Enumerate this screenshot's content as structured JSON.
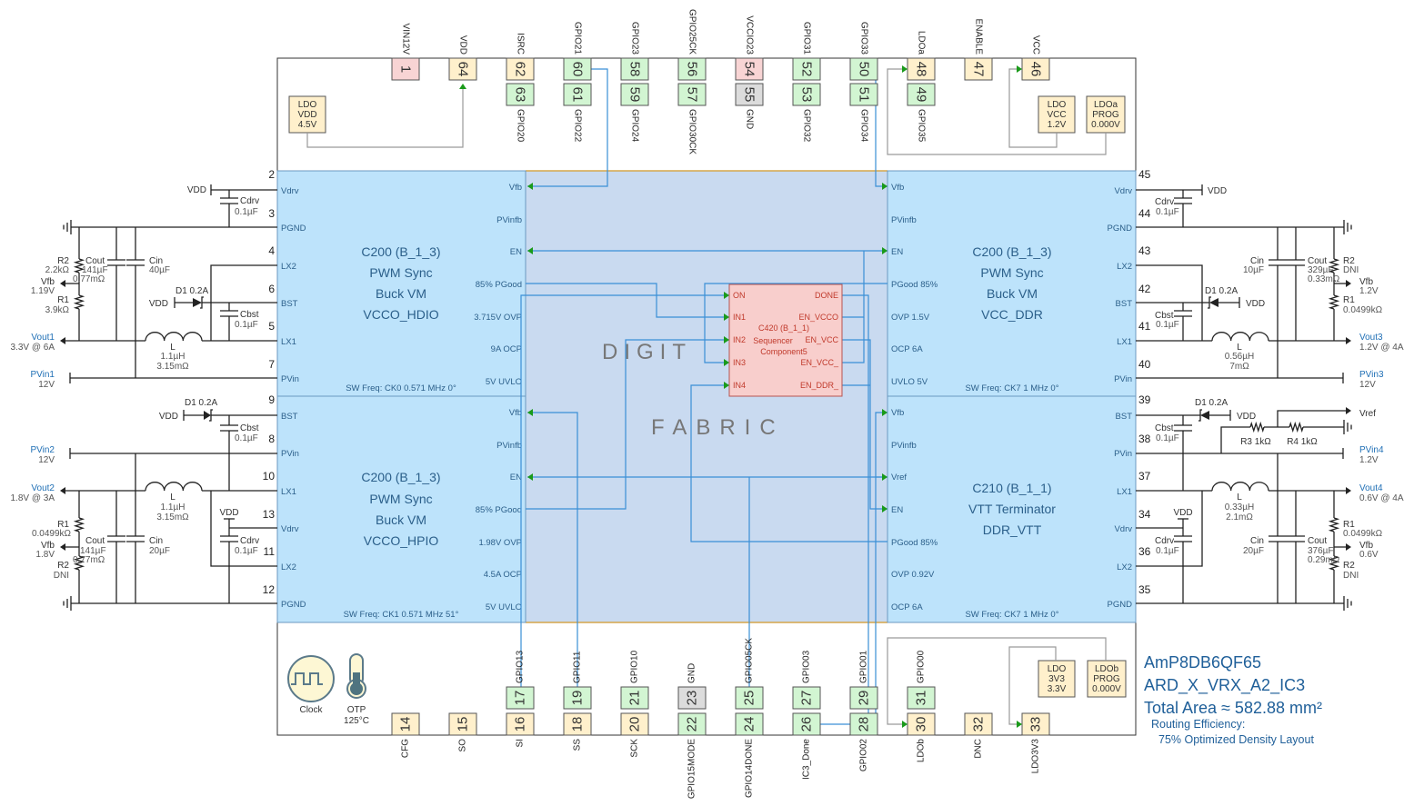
{
  "top_columns": [
    {
      "outer": {
        "num": "1",
        "label": "VIN12V",
        "color": "#f8d4d4"
      }
    },
    {
      "outer": {
        "num": "64",
        "label": "VDD",
        "color": "#fff0cc"
      }
    },
    {
      "outer": {
        "num": "62",
        "label": "ISRC",
        "color": "#fff0cc"
      },
      "inner": {
        "num": "63",
        "label": "GPIO20",
        "color": "#d2f5d2"
      }
    },
    {
      "outer": {
        "num": "60",
        "label": "GPIO21",
        "color": "#d2f5d2"
      },
      "inner": {
        "num": "61",
        "label": "GPIO22",
        "color": "#d2f5d2"
      }
    },
    {
      "outer": {
        "num": "58",
        "label": "GPIO23",
        "color": "#d2f5d2"
      },
      "inner": {
        "num": "59",
        "label": "GPIO24",
        "color": "#d2f5d2"
      }
    },
    {
      "outer": {
        "num": "56",
        "label": "GPIO25CK",
        "color": "#d2f5d2"
      },
      "inner": {
        "num": "57",
        "label": "GPIO30CK",
        "color": "#d2f5d2"
      }
    },
    {
      "outer": {
        "num": "54",
        "label": "VCCIO23",
        "color": "#f8d4d4"
      },
      "inner": {
        "num": "55",
        "label": "GND",
        "color": "#dcdcdc"
      }
    },
    {
      "outer": {
        "num": "52",
        "label": "GPIO31",
        "color": "#d2f5d2"
      },
      "inner": {
        "num": "53",
        "label": "GPIO32",
        "color": "#d2f5d2"
      }
    },
    {
      "outer": {
        "num": "50",
        "label": "GPIO33",
        "color": "#d2f5d2"
      },
      "inner": {
        "num": "51",
        "label": "GPIO34",
        "color": "#d2f5d2"
      }
    },
    {
      "outer": {
        "num": "48",
        "label": "LDOa",
        "color": "#fff0cc"
      },
      "inner": {
        "num": "49",
        "label": "GPIO35",
        "color": "#d2f5d2"
      }
    },
    {
      "outer": {
        "num": "47",
        "label": "ENABLE",
        "color": "#fff0cc"
      }
    },
    {
      "outer": {
        "num": "46",
        "label": "VCC",
        "color": "#fff0cc"
      }
    }
  ],
  "bottom_columns": [
    {
      "outer": {
        "num": "14",
        "label": "CFG",
        "color": "#fff0cc"
      }
    },
    {
      "outer": {
        "num": "15",
        "label": "SO",
        "color": "#fff0cc"
      }
    },
    {
      "outer": {
        "num": "16",
        "label": "SI",
        "color": "#fff0cc"
      },
      "inner": {
        "num": "17",
        "label": "GPIO13",
        "color": "#d2f5d2"
      }
    },
    {
      "outer": {
        "num": "18",
        "label": "SS",
        "color": "#fff0cc"
      },
      "inner": {
        "num": "19",
        "label": "GPIO11",
        "color": "#d2f5d2"
      }
    },
    {
      "outer": {
        "num": "20",
        "label": "SCK",
        "color": "#fff0cc"
      },
      "inner": {
        "num": "21",
        "label": "GPIO10",
        "color": "#d2f5d2"
      }
    },
    {
      "outer": {
        "num": "22",
        "label": "GPIO15MODE",
        "color": "#d2f5d2"
      },
      "inner": {
        "num": "23",
        "label": "GND",
        "color": "#dcdcdc"
      }
    },
    {
      "outer": {
        "num": "24",
        "label": "GPIO14DONE",
        "color": "#d2f5d2"
      },
      "inner": {
        "num": "25",
        "label": "GPIO05CK",
        "color": "#d2f5d2"
      }
    },
    {
      "outer": {
        "num": "26",
        "label": "IC3_Done",
        "color": "#d2f5d2"
      },
      "inner": {
        "num": "27",
        "label": "GPIO03",
        "color": "#d2f5d2"
      }
    },
    {
      "outer": {
        "num": "28",
        "label": "GPIO02",
        "color": "#d2f5d2"
      },
      "inner": {
        "num": "29",
        "label": "GPIO01",
        "color": "#d2f5d2"
      }
    },
    {
      "outer": {
        "num": "30",
        "label": "LDOb",
        "color": "#fff0cc"
      },
      "inner": {
        "num": "31",
        "label": "GPIO00",
        "color": "#d2f5d2"
      }
    },
    {
      "outer": {
        "num": "32",
        "label": "DNC",
        "color": "#fff0cc"
      }
    },
    {
      "outer": {
        "num": "33",
        "label": "LDO3V3",
        "color": "#fff0cc"
      }
    }
  ],
  "ldo_boxes": {
    "ldo_vdd": [
      "LDO",
      "VDD",
      "4.5V"
    ],
    "ldo_vcc": [
      "LDO",
      "VCC",
      "1.2V"
    ],
    "ldoa_prog": [
      "LDOa",
      "PROG",
      "0.000V"
    ],
    "ldo_3v3": [
      "LDO",
      "3V3",
      "3.3V"
    ],
    "ldob_prog": [
      "LDOb",
      "PROG",
      "0.000V"
    ]
  },
  "blocks": [
    {
      "title": [
        "C200 (B_1_3)",
        "PWM Sync",
        "Buck VM",
        "VCCO_HDIO"
      ],
      "outer_pins": [
        "Vdrv",
        "PGND",
        "LX2",
        "BST",
        "LX1",
        "PVin"
      ],
      "inner_pins": [
        "Vfb",
        "PVinfb",
        "EN",
        "85% PGood",
        "3.715V OVP",
        "9A OCP",
        "5V UVLO"
      ],
      "side_numbers": [
        "2",
        "3",
        "4",
        "6",
        "5",
        "7"
      ],
      "sw_freq": "SW Freq: CK0 0.571 MHz 0°"
    },
    {
      "title": [
        "C200 (B_1_3)",
        "PWM Sync",
        "Buck VM",
        "VCCO_HPIO"
      ],
      "outer_pins": [
        "BST",
        "PVin",
        "LX1",
        "Vdrv",
        "LX2",
        "PGND"
      ],
      "inner_pins": [
        "Vfb",
        "PVinfb",
        "EN",
        "85% PGood",
        "1.98V OVP",
        "4.5A OCP",
        "5V UVLO"
      ],
      "side_numbers": [
        "9",
        "8",
        "10",
        "13",
        "11",
        "12"
      ],
      "sw_freq": "SW Freq: CK1 0.571 MHz 51°"
    },
    {
      "title": [
        "C200 (B_1_3)",
        "PWM Sync",
        "Buck VM",
        "VCC_DDR"
      ],
      "outer_pins": [
        "Vdrv",
        "PGND",
        "LX2",
        "BST",
        "LX1",
        "PVin"
      ],
      "inner_pins": [
        "Vfb",
        "PVinfb",
        "EN",
        "PGood 85%",
        "OVP 1.5V",
        "OCP 6A",
        "UVLO 5V"
      ],
      "side_numbers": [
        "45",
        "44",
        "43",
        "42",
        "41",
        "40"
      ],
      "sw_freq": "SW Freq: CK7 1 MHz 0°"
    },
    {
      "title": [
        "C210 (B_1_1)",
        "VTT Terminator",
        "DDR_VTT"
      ],
      "outer_pins": [
        "BST",
        "PVin",
        "LX1",
        "Vdrv",
        "LX2",
        "PGND"
      ],
      "inner_pins": [
        "Vfb",
        "PVinfb",
        "Vref",
        "EN",
        "PGood 85%",
        "OVP 0.92V",
        "OCP 6A"
      ],
      "side_numbers": [
        "39",
        "38",
        "37",
        "34",
        "36",
        "35"
      ],
      "sw_freq": "SW Freq: CK7 1 MHz 0°"
    }
  ],
  "fabric": {
    "word1": "DIGIT",
    "word2": "FABRIC"
  },
  "sequencer": {
    "title": [
      "C420 (B_1_1)",
      "Sequencer",
      "Component5"
    ],
    "inputs": [
      "ON",
      "IN1",
      "IN2",
      "IN3",
      "IN4"
    ],
    "outputs": [
      "DONE",
      "EN_VCCO",
      "EN_VCC",
      "EN_VCC_",
      "EN_DDR_"
    ]
  },
  "clock": {
    "label": "Clock"
  },
  "otp": {
    "label": "OTP",
    "value": "125°C"
  },
  "info": {
    "part": "AmP8DB6QF65",
    "design": "ARD_X_VRX_A2_IC3",
    "area": "Total Area ≈ 582.88 mm²",
    "routing_label": "Routing Efficiency:",
    "routing_value": "75% Optimized Density Layout"
  },
  "circuits": {
    "left_top": {
      "vdd": "VDD",
      "cdrv": "Cdrv",
      "cdrv_val": "0.1µF",
      "r2": "R2",
      "r2_val": "2.2kΩ",
      "vfb": "Vfb",
      "vfb_val": "1.19V",
      "r1": "R1",
      "r1_val": "3.9kΩ",
      "cout": "Cout",
      "cout_val": "141µF",
      "cout_esr": "0.77mΩ",
      "cin": "Cin",
      "cin_val": "40µF",
      "d1": "D1 0.2A",
      "d1_vdd": "VDD",
      "cbst": "Cbst",
      "cbst_val": "0.1µF",
      "vout": "Vout1",
      "vout_val": "3.3V @ 6A",
      "l": "L",
      "l_val": "1.1µH",
      "l_esr": "3.15mΩ",
      "pvin": "PVin1",
      "pvin_val": "12V"
    },
    "left_bottom": {
      "d1": "D1 0.2A",
      "d1_vdd": "VDD",
      "cbst": "Cbst",
      "cbst_val": "0.1µF",
      "pvin": "PVin2",
      "pvin_val": "12V",
      "vout": "Vout2",
      "vout_val": "1.8V @ 3A",
      "l": "L",
      "l_val": "1.1µH",
      "l_esr": "3.15mΩ",
      "r1": "R1",
      "r1_val": "0.0499kΩ",
      "vfb": "Vfb",
      "vfb_val": "1.8V",
      "r2": "R2",
      "r2_val": "DNI",
      "cout": "Cout",
      "cout_val": "141µF",
      "cout_esr": "0.77mΩ",
      "cin": "Cin",
      "cin_val": "20µF",
      "cdrv_vdd": "VDD",
      "cdrv": "Cdrv",
      "cdrv_val": "0.1µF"
    },
    "right_top": {
      "vdd": "VDD",
      "cdrv": "Cdrv",
      "cdrv_val": "0.1µF",
      "cin": "Cin",
      "cin_val": "10µF",
      "cout": "Cout",
      "cout_val": "329µF",
      "cout_esr": "0.33mΩ",
      "r2": "R2",
      "r2_val": "DNI",
      "vfb": "Vfb",
      "vfb_val": "1.2V",
      "r1": "R1",
      "r1_val": "0.0499kΩ",
      "d1": "D1 0.2A",
      "d1_vdd": "VDD",
      "cbst": "Cbst",
      "cbst_val": "0.1µF",
      "l": "L",
      "l_val": "0.56µH",
      "l_esr": "7mΩ",
      "vout": "Vout3",
      "vout_val": "1.2V @ 4A",
      "pvin": "PVin3",
      "pvin_val": "12V"
    },
    "right_bottom": {
      "d1": "D1 0.2A",
      "d1_vdd": "VDD",
      "cbst": "Cbst",
      "cbst_val": "0.1µF",
      "vref": "Vref",
      "r3": "R3 1kΩ",
      "r4": "R4 1kΩ",
      "pvin": "PVin4",
      "pvin_val": "1.2V",
      "vout": "Vout4",
      "vout_val": "0.6V @ 4A",
      "l": "L",
      "l_val": "0.33µH",
      "l_esr": "2.1mΩ",
      "cin": "Cin",
      "cin_val": "20µF",
      "cout": "Cout",
      "cout_val": "376µF",
      "cout_esr": "0.29mΩ",
      "r1": "R1",
      "r1_val": "0.0499kΩ",
      "vfb": "Vfb",
      "vfb_val": "0.6V",
      "r2": "R2",
      "r2_val": "DNI",
      "cdrv_vdd": "VDD",
      "cdrv": "Cdrv",
      "cdrv_val": "0.1µF"
    }
  },
  "colors": {
    "block": "#bde3fb",
    "fabric": "#c9daf0",
    "sequencer": "#f8cecc",
    "wire": "#3a8fd6",
    "arrow": "#1a9a1a"
  }
}
